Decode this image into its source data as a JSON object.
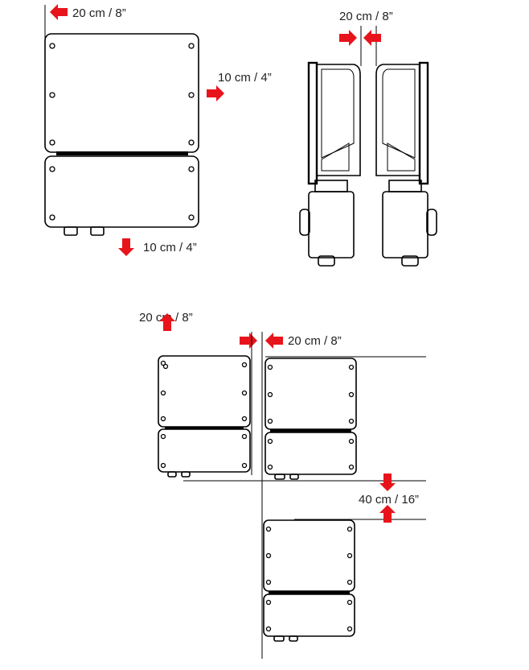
{
  "colors": {
    "arrow": "#e8141c",
    "ink": "#000000",
    "text": "#222222"
  },
  "labels": {
    "front_left": "20 cm / 8”",
    "front_right": "10 cm / 4”",
    "front_bottom": "10 cm / 4”",
    "side_gap": "20 cm / 8”",
    "stack_top": "20 cm / 8”",
    "stack_between": "20 cm / 8”",
    "stack_vertical": "40 cm / 16”"
  }
}
